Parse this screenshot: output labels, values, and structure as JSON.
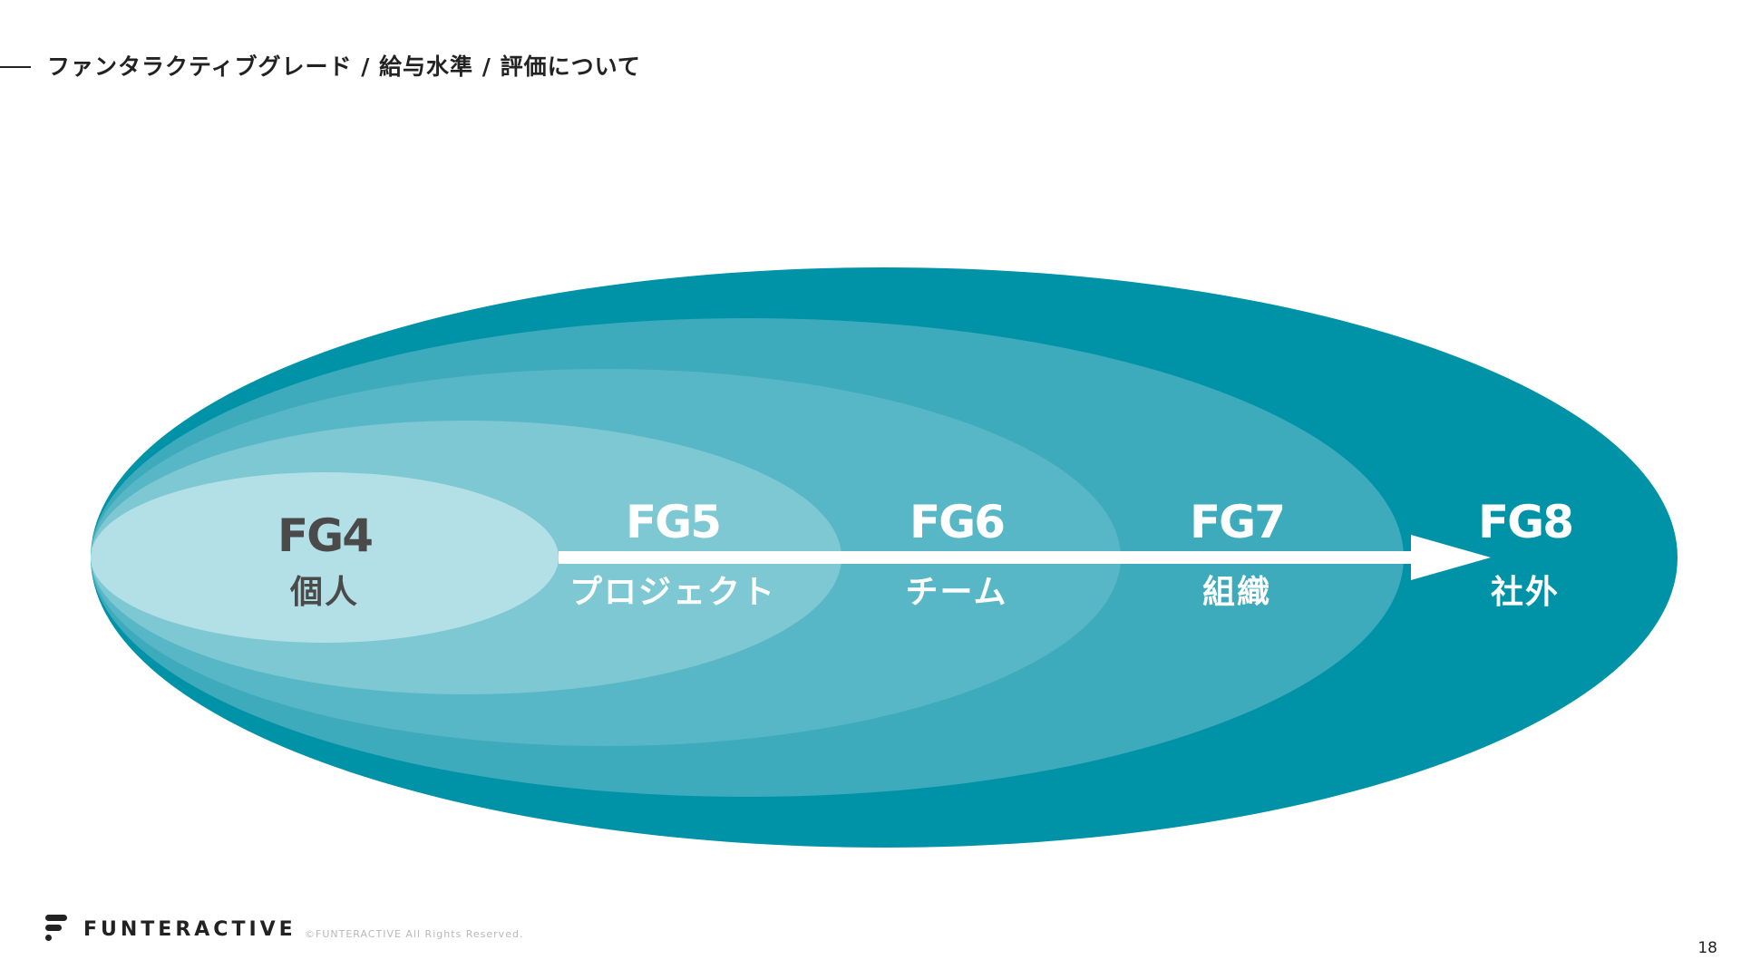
{
  "header": {
    "title": "ファンタラクティブグレード / 給与水準 / 評価について"
  },
  "diagram": {
    "colors": {
      "ring_fg8": "#0093a7",
      "ring_fg7": "#3dabbc",
      "ring_fg6": "#58b7c6",
      "ring_fg5": "#7ec8d3",
      "ring_fg4": "#b3e0e6",
      "arrow": "#ffffff",
      "text_dark": "#4a4a4a",
      "text_light": "#ffffff"
    },
    "levels": [
      {
        "code": "FG4",
        "label": "個人"
      },
      {
        "code": "FG5",
        "label": "プロジェクト"
      },
      {
        "code": "FG6",
        "label": "チーム"
      },
      {
        "code": "FG7",
        "label": "組織"
      },
      {
        "code": "FG8",
        "label": "社外"
      }
    ]
  },
  "footer": {
    "brand": "FUNTERACTIVE",
    "copyright": "©FUNTERACTIVE All Rights Reserved.",
    "page_number": "18"
  }
}
